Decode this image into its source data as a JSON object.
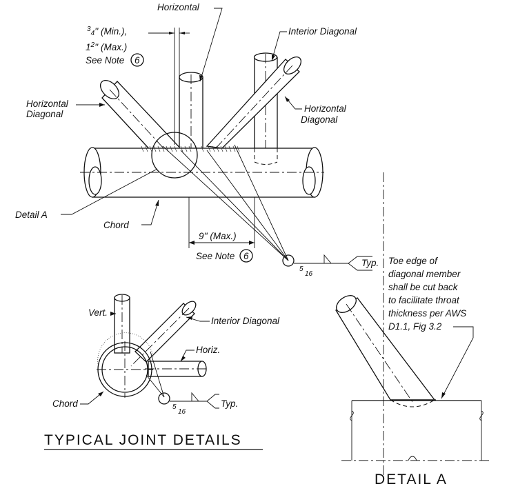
{
  "labels": {
    "horizontal_top": "Horizontal",
    "interior_diagonal_top": "Interior Diagonal",
    "dim_min_a": "3",
    "dim_min_b": "4",
    "dim_min_c": "'' (Min.),",
    "dim_max_a": "1",
    "dim_max_b": "2",
    "dim_max_c": "'' (Max.)",
    "see_note_top": "See Note",
    "note_number": "6",
    "horizontal_diagonal_left_1": "Horizontal",
    "horizontal_diagonal_left_2": "Diagonal",
    "horizontal_diagonal_right_1": "Horizontal",
    "horizontal_diagonal_right_2": "Diagonal",
    "detail_a_callout": "Detail A",
    "chord": "Chord",
    "dim_9": "9'' (Max.)",
    "see_note_bottom": "See Note",
    "weld_size_num": "5",
    "weld_size_den": "16",
    "typ": "Typ.",
    "vert": "Vert.",
    "interior_diagonal_bottom": "Interior Diagonal",
    "horiz": "Horiz.",
    "chord_bottom": "Chord",
    "typical_joint_details": "TYPICAL JOINT DETAILS",
    "detail_a_title": "DETAIL A",
    "note_lines": [
      "Toe edge of",
      "diagonal member",
      "shall be cut back",
      "to facilitate throat",
      "thickness per AWS",
      "D1.1, Fig 3.2"
    ]
  }
}
